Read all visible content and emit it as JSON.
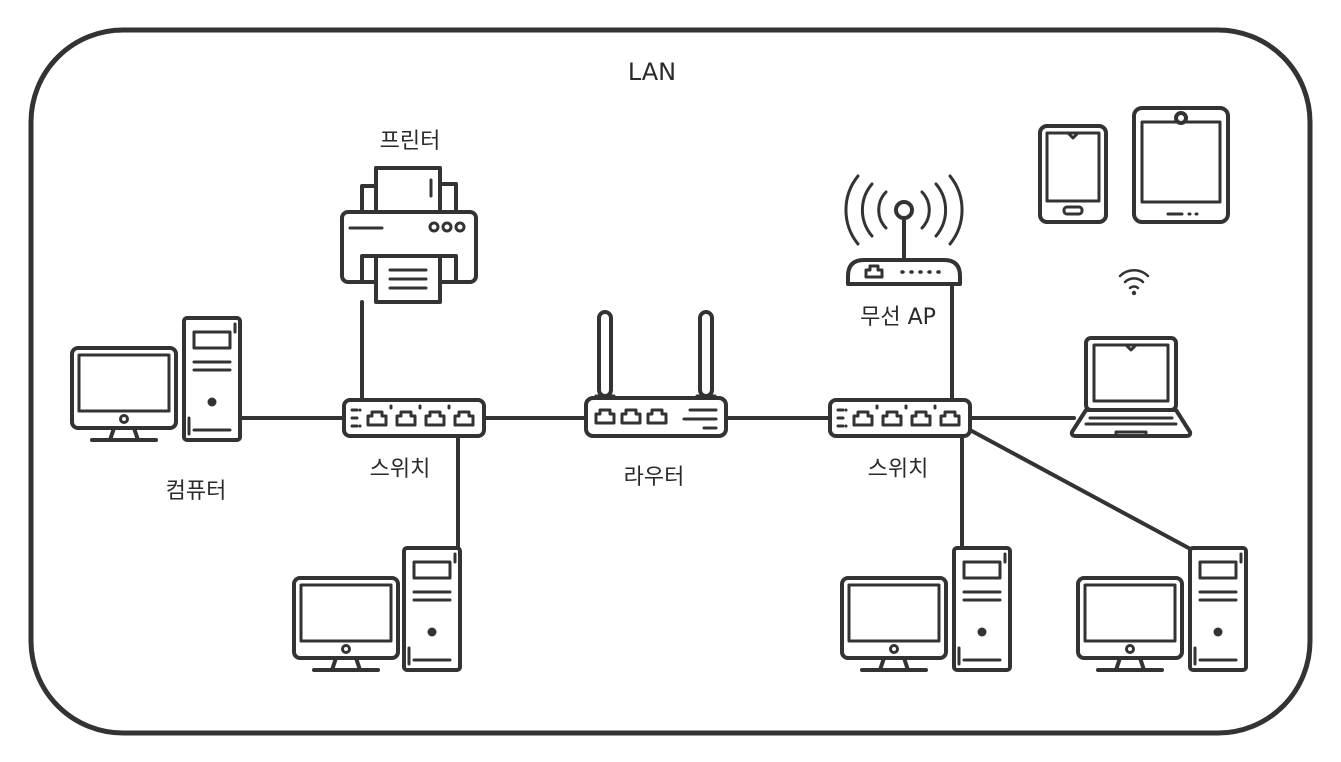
{
  "diagram": {
    "title": "LAN",
    "labels": {
      "printer": "프린터",
      "wireless_ap": "무선 AP",
      "computer": "컴퓨터",
      "switch_left": "스위치",
      "router": "라우터",
      "switch_right": "스위치"
    },
    "stroke_color": "#333333",
    "background_color": "#ffffff",
    "icons": [
      "printer-icon",
      "wireless-ap-icon",
      "tablet-icon",
      "wifi-icon",
      "laptop-icon",
      "desktop-computer-icon",
      "network-switch-icon",
      "router-icon"
    ]
  }
}
